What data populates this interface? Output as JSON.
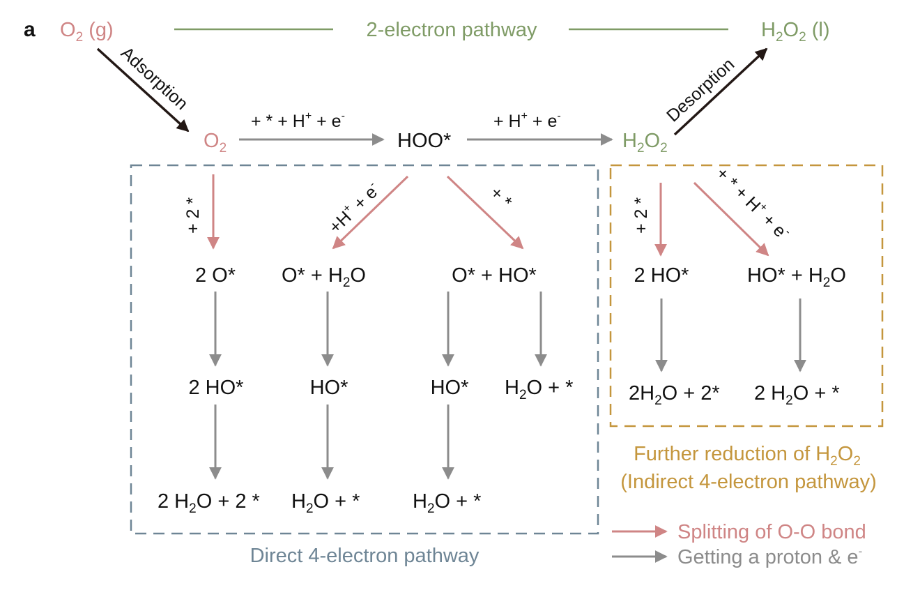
{
  "panel_label": "a",
  "colors": {
    "oxygen_species": "#cf8585",
    "peroxide_species": "#7f9b66",
    "direct_box": "#6e8595",
    "indirect_box": "#c4963d",
    "splitting_arrow": "#cf8585",
    "proton_arrow": "#8c8c8c",
    "ad_desorption_arrow": "#231815",
    "text": "#111111"
  },
  "top": {
    "o2_gas": "O2 (g)",
    "pathway_2e": "2-electron pathway",
    "h2o2_liquid": "H2O2 (l)"
  },
  "steps": {
    "adsorption": "Adsorption",
    "desorption": "Desorption",
    "o2_to_hoo": "+ * + H+ + e-",
    "hoo_to_h2o2": "+ H+ + e-",
    "plus_2_star_left": "+ 2 *",
    "hoo_to_o_h2o": "+H+ + e-",
    "hoo_to_o_ho": "+ *",
    "plus_2_star_right": "+ 2 *",
    "h2o2_to_ho_h2o": "+ * + H+ + e-"
  },
  "species": {
    "o2_ads": "O2",
    "hoo": "HOO*",
    "h2o2_ads": "H2O2",
    "two_o": "2 O*",
    "o_h2o": "O* + H2O",
    "o_ho": "O* + HO*",
    "two_ho_left": "2 HO*",
    "ho_mid": "HO*",
    "ho_mid2": "HO*",
    "h2o_star_a": "H2O + *",
    "two_h2o_two_star": "2 H2O + 2 *",
    "h2o_star_b": "H2O + *",
    "h2o_star_c": "H2O + *",
    "two_ho_right": "2 HO*",
    "ho_h2o": "HO* + H2O",
    "two_h2o_2star_right": "2H2O + 2*",
    "two_h2o_star_right": "2 H2O + *"
  },
  "boxes": {
    "direct_label": "Direct 4-electron pathway",
    "indirect_label_1": "Further reduction of H2O2",
    "indirect_label_2": "(Indirect 4-electron pathway)"
  },
  "legend": {
    "splitting": "Splitting of O-O bond",
    "proton": "Getting a proton & e-"
  }
}
